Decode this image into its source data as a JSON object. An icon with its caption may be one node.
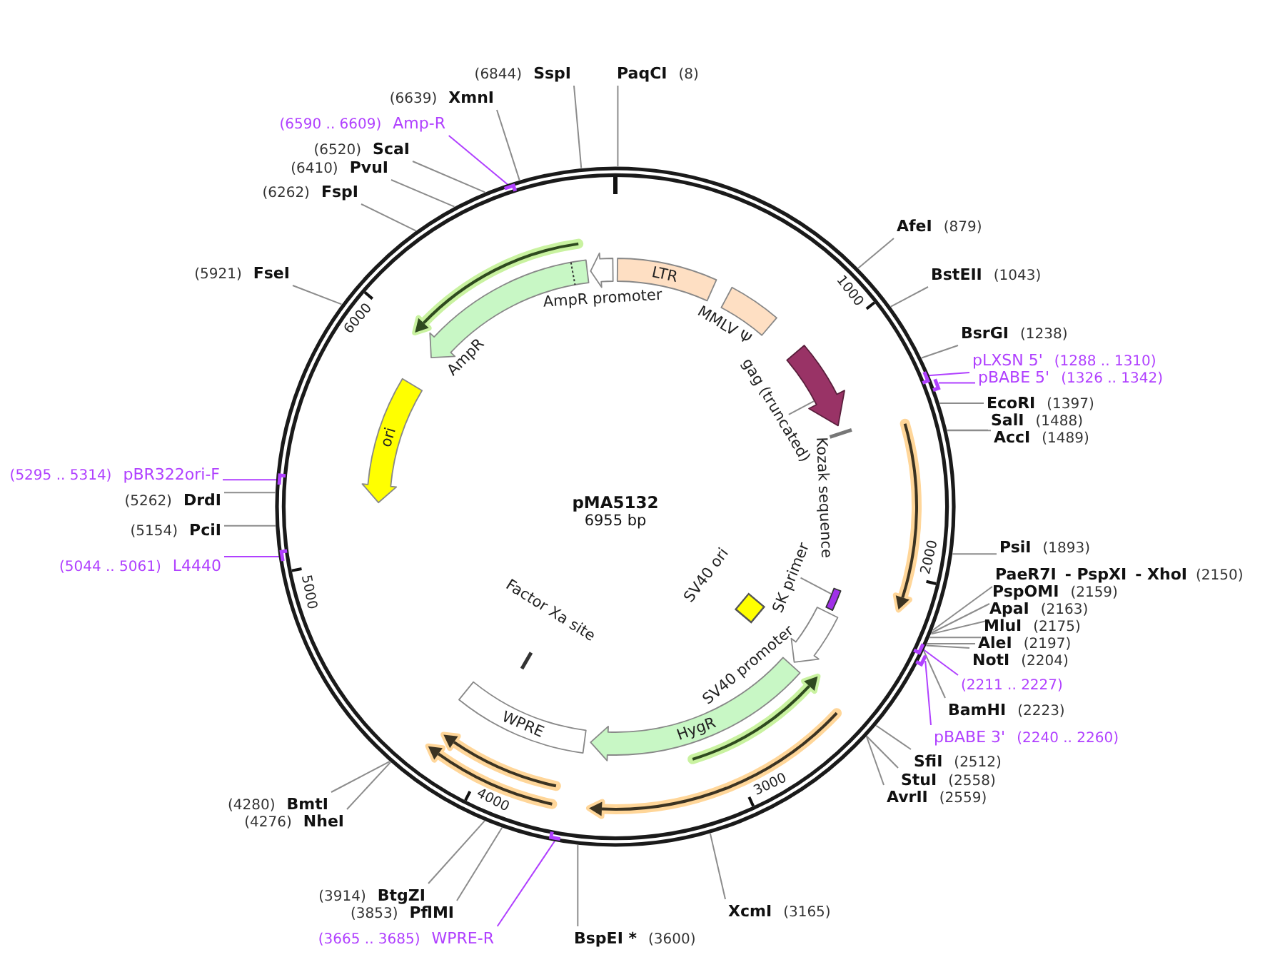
{
  "diagram": {
    "nodes": [
      {
        "text": [
          "pMA5132",
          "6955 bp"
        ]
      },
      {
        "text": [
          "LTR"
        ],
        "in": 0
      },
      {
        "text": [
          "MMLV Ψ"
        ],
        "in": 0
      },
      {
        "text": [],
        "shape": "arrow",
        "in": 0
      },
      {
        "text": [
          "gag (truncated)"
        ],
        "in": 0
      },
      {
        "text": [
          "Kozak sequence"
        ],
        "in": 0
      },
      {
        "text": [
          "SK primer"
        ],
        "in": 0
      },
      {
        "text": [],
        "shape": "bar",
        "in": 0
      },
      {
        "text": [
          "SV40 promoter"
        ],
        "in": 0
      },
      {
        "text": [
          "SV40 ori"
        ],
        "in": 0
      },
      {
        "text": [
          "HygR"
        ],
        "in": 0
      },
      {
        "text": [
          "WPRE"
        ],
        "in": 0
      },
      {
        "text": [
          "Factor Xa site"
        ],
        "in": 0
      },
      {
        "text": [
          "ori"
        ],
        "in": 0
      },
      {
        "text": [
          "AmpR"
        ],
        "in": 0
      },
      {
        "text": [
          "AmpR promoter"
        ],
        "in": 0
      },
      {
        "text": [],
        "shape": "bar",
        "in": 0
      },
      {
        "text": [],
        "shape": "bar",
        "in": 0
      },
      {
        "text": [],
        "shape": "bar",
        "in": 0
      },
      {
        "text": [],
        "shape": "bar",
        "in": 0
      },
      {
        "text": [],
        "shape": "bar",
        "in": 0
      },
      {
        "text": [],
        "shape": "bar",
        "in": 0
      },
      {
        "text": [],
        "shape": "bar",
        "in": 0
      },
      {
        "text": [],
        "shape": "bar",
        "in": 0
      },
      {
        "text": [
          "PaqCI",
          "(8)"
        ]
      },
      {
        "text": [
          "AfeI",
          "(879)"
        ]
      },
      {
        "text": [
          "BstEII",
          "(1043)"
        ]
      },
      {
        "text": [
          "BsrGI",
          "(1238)"
        ]
      },
      {
        "text": [
          "pLXSN 5'",
          "(1288 .. 1310)"
        ]
      },
      {
        "text": [
          "pBABE 5'",
          "(1326 .. 1342)"
        ]
      },
      {
        "text": [
          "EcoRI",
          "(1397)"
        ]
      },
      {
        "text": [
          "SalI",
          "(1488)"
        ]
      },
      {
        "text": [
          "AccI",
          "(1489)"
        ]
      },
      {
        "text": [
          "PsiI",
          "(1893)"
        ]
      },
      {
        "text": [
          "PaeR7I",
          "- PspXI",
          "- XhoI",
          "(2150)"
        ]
      },
      {
        "text": [
          "PspOMI",
          "(2159)"
        ]
      },
      {
        "text": [
          "ApaI",
          "(2163)"
        ]
      },
      {
        "text": [
          "MluI",
          "(2175)"
        ]
      },
      {
        "text": [
          "AleI",
          "(2197)"
        ]
      },
      {
        "text": [
          "NotI",
          "(2204)"
        ]
      },
      {
        "text": [
          "(2211 .. 2227)"
        ]
      },
      {
        "text": [
          "BamHI",
          "(2223)"
        ]
      },
      {
        "text": [
          "pBABE 3'",
          "(2240 .. 2260)"
        ]
      },
      {
        "text": [
          "SfiI",
          "(2512)"
        ]
      },
      {
        "text": [
          "StuI",
          "(2558)"
        ]
      },
      {
        "text": [
          "AvrII",
          "(2559)"
        ]
      },
      {
        "text": [
          "XcmI",
          "(3165)"
        ]
      },
      {
        "text": [
          "BspEI *",
          "(3600)"
        ]
      },
      {
        "text": [
          "(3665 .. 3685)",
          "WPRE-R"
        ]
      },
      {
        "text": [
          "(3853)",
          "PflMI"
        ]
      },
      {
        "text": [
          "(3914)",
          "BtgZI"
        ]
      },
      {
        "text": [
          "(4276)",
          "NheI"
        ]
      },
      {
        "text": [
          "(4280)",
          "BmtI"
        ]
      },
      {
        "text": [
          "(5044 .. 5061)",
          "L4440"
        ]
      },
      {
        "text": [
          "(5154)",
          "PciI"
        ]
      },
      {
        "text": [
          "(5262)",
          "DrdI"
        ]
      },
      {
        "text": [
          "(5295 .. 5314)",
          "pBR322ori-F"
        ]
      },
      {
        "text": [
          "(5921)",
          "FseI"
        ]
      },
      {
        "text": [
          "(6262)",
          "FspI"
        ]
      },
      {
        "text": [
          "(6410)",
          "PvuI"
        ]
      },
      {
        "text": [
          "(6520)",
          "ScaI"
        ]
      },
      {
        "text": [
          "(6590 .. 6609)",
          "Amp-R"
        ]
      },
      {
        "text": [
          "(6639)",
          "XmnI"
        ]
      },
      {
        "text": [
          "(6844)",
          "SspI"
        ]
      }
    ],
    "edges": [
      {
        "from": 4,
        "to": 3,
        "arrow": "none"
      },
      {
        "from": 6,
        "to": 7,
        "arrow": "none"
      },
      {
        "from": 24,
        "to": 0,
        "arrow": "none"
      },
      {
        "from": 25,
        "to": 0,
        "arrow": "none"
      },
      {
        "from": 26,
        "to": 0,
        "arrow": "none"
      },
      {
        "from": 27,
        "to": 0,
        "arrow": "none"
      },
      {
        "from": 28,
        "to": 16,
        "arrow": "none",
        "color": "#b040ff"
      },
      {
        "from": 29,
        "to": 17,
        "arrow": "none",
        "color": "#b040ff"
      },
      {
        "from": 30,
        "to": 0,
        "arrow": "none"
      },
      {
        "from": 31,
        "to": 0,
        "arrow": "none"
      },
      {
        "from": 32,
        "to": 0,
        "arrow": "none"
      },
      {
        "from": 33,
        "to": 0,
        "arrow": "none"
      },
      {
        "from": 34,
        "to": 0,
        "arrow": "none"
      },
      {
        "from": 35,
        "to": 0,
        "arrow": "none"
      },
      {
        "from": 36,
        "to": 0,
        "arrow": "none"
      },
      {
        "from": 37,
        "to": 0,
        "arrow": "none"
      },
      {
        "from": 38,
        "to": 0,
        "arrow": "none"
      },
      {
        "from": 39,
        "to": 0,
        "arrow": "none"
      },
      {
        "from": 40,
        "to": 18,
        "arrow": "none",
        "color": "#b040ff"
      },
      {
        "from": 41,
        "to": 0,
        "arrow": "none"
      },
      {
        "from": 42,
        "to": 19,
        "arrow": "none",
        "color": "#b040ff"
      },
      {
        "from": 43,
        "to": 0,
        "arrow": "none"
      },
      {
        "from": 44,
        "to": 0,
        "arrow": "none"
      },
      {
        "from": 45,
        "to": 0,
        "arrow": "none"
      },
      {
        "from": 46,
        "to": 0,
        "arrow": "none"
      },
      {
        "from": 47,
        "to": 0,
        "arrow": "none"
      },
      {
        "from": 48,
        "to": 20,
        "arrow": "none",
        "color": "#b040ff"
      },
      {
        "from": 49,
        "to": 0,
        "arrow": "none"
      },
      {
        "from": 50,
        "to": 0,
        "arrow": "none"
      },
      {
        "from": 51,
        "to": 0,
        "arrow": "none"
      },
      {
        "from": 52,
        "to": 0,
        "arrow": "none"
      },
      {
        "from": 53,
        "to": 21,
        "arrow": "none",
        "color": "#b040ff"
      },
      {
        "from": 54,
        "to": 0,
        "arrow": "none"
      },
      {
        "from": 55,
        "to": 0,
        "arrow": "none"
      },
      {
        "from": 56,
        "to": 22,
        "arrow": "none",
        "color": "#b040ff"
      },
      {
        "from": 57,
        "to": 0,
        "arrow": "none"
      },
      {
        "from": 58,
        "to": 0,
        "arrow": "none"
      },
      {
        "from": 59,
        "to": 0,
        "arrow": "none"
      },
      {
        "from": 60,
        "to": 0,
        "arrow": "none"
      },
      {
        "from": 61,
        "to": 23,
        "arrow": "none",
        "color": "#b040ff"
      },
      {
        "from": 62,
        "to": 0,
        "arrow": "none"
      },
      {
        "from": 63,
        "to": 0,
        "arrow": "none"
      }
    ],
    "labels": [
      "1000",
      "2000",
      "3000",
      "4000",
      "5000",
      "6000"
    ]
  }
}
